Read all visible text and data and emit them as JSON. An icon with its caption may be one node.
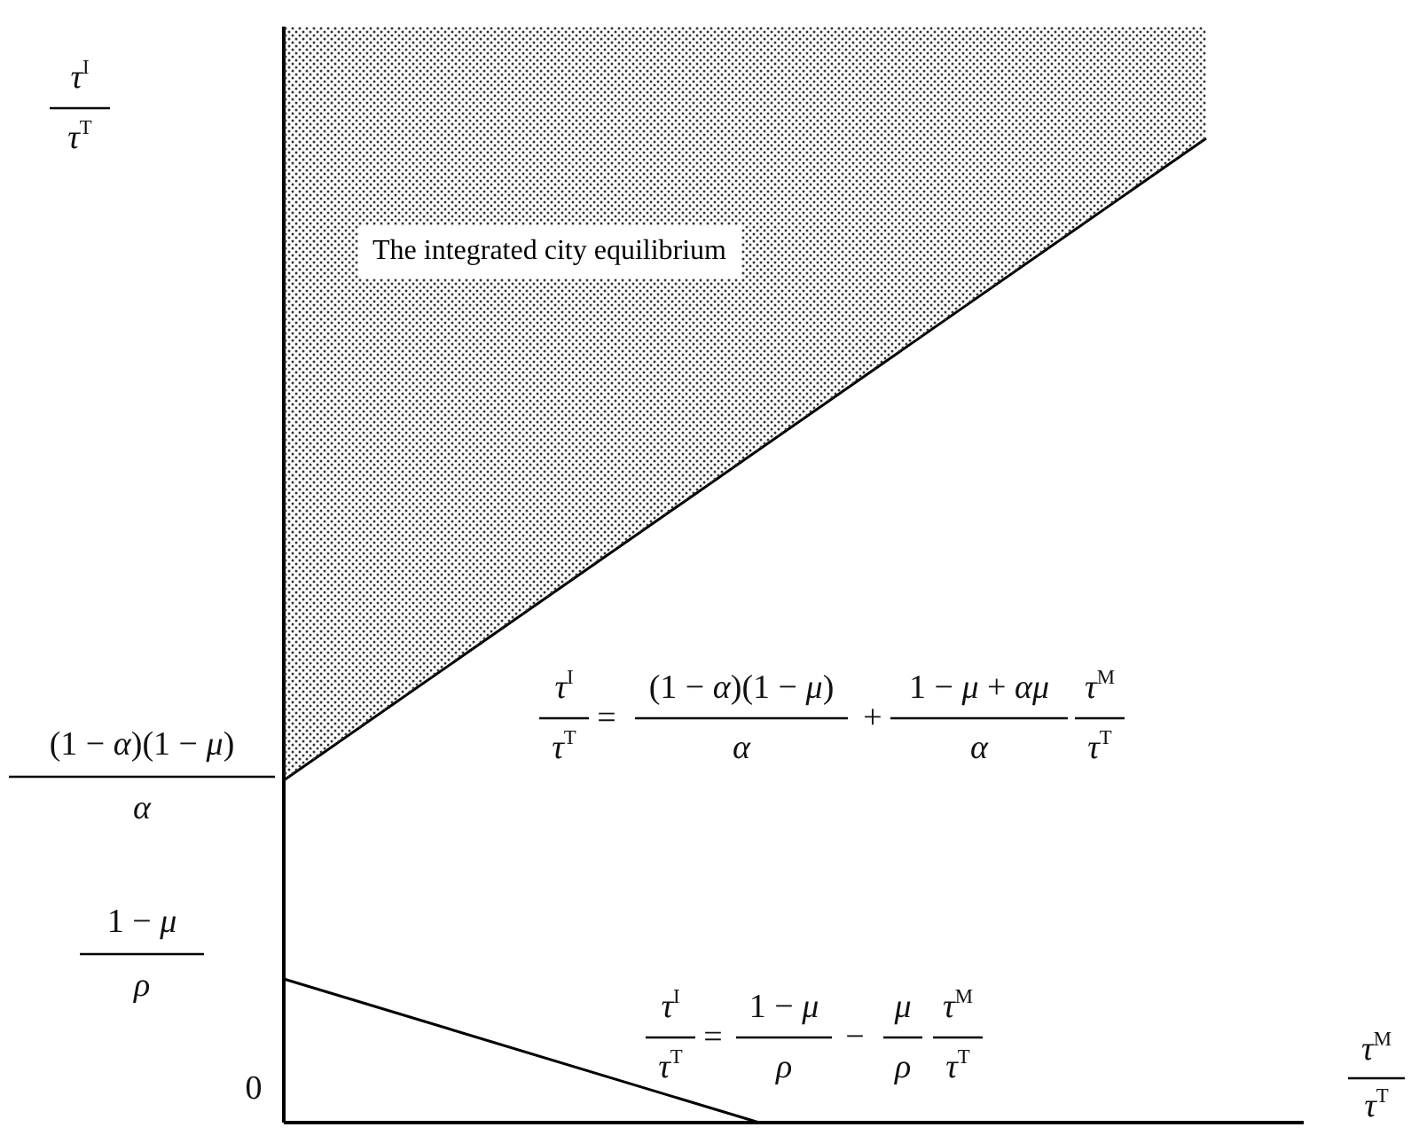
{
  "diagram": {
    "nodes": [
      {
        "text": [
          "The integrated city equilibrium"
        ]
      }
    ],
    "labels": [
      "*τ*$^{I}$",
      "*τ*$^{T}$",
      "(1 − *α*)(1 − *μ*)",
      "*α*",
      "*τ*$^{I}$",
      "*τ*$^{T}$",
      "=",
      "(1 − *α*)(1 − *μ*)",
      "*α*",
      "+",
      "1 − *μ* + *αμ*",
      "*α*",
      "*τ*$^{M}$",
      "*τ*$^{T}$",
      "1 − *μ*",
      "*ρ*",
      "*τ*$^{I}$",
      "*τ*$^{T}$",
      "=",
      "1 − *μ*",
      "*ρ*",
      "−",
      "*μ*",
      "*ρ*",
      "*τ*$^{M}$",
      "*τ*$^{T}$",
      "0",
      "*τ*$^{M}$",
      "*τ*$^{T}$"
    ]
  }
}
